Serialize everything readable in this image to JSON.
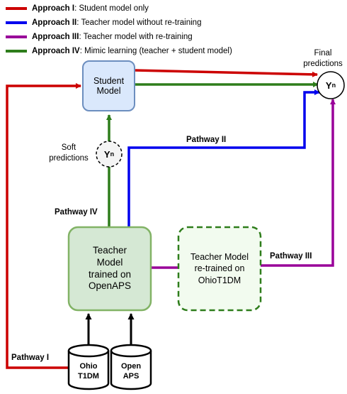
{
  "legend": [
    {
      "name": "Approach I",
      "desc": ": Student model only",
      "color": "#cc0000"
    },
    {
      "name": "Approach II",
      "desc": ": Teacher model without re-training",
      "color": "#0000ee"
    },
    {
      "name": "Approach III",
      "desc": ": Teacher model with re-training",
      "color": "#990099"
    },
    {
      "name": "Approach IV",
      "desc": ": Mimic learning (teacher + student model)",
      "color": "#2e7d1b"
    }
  ],
  "nodes": {
    "student_model": "Student\nModel",
    "teacher_model": "Teacher\nModel\ntrained on\nOpenAPS",
    "teacher_retrained": "Teacher Model\nre-trained on\nOhioT1DM",
    "db_ohio": "Ohio\nT1DM",
    "db_open": "Open\nAPS",
    "soft_node": "Y",
    "soft_node_sub": "n",
    "final_node": "Y",
    "final_node_sub": "n"
  },
  "labels": {
    "final_predictions": "Final\npredictions",
    "soft_predictions": "Soft\npredictions",
    "pathway_1": "Pathway I",
    "pathway_2": "Pathway II",
    "pathway_3": "Pathway III",
    "pathway_4": "Pathway IV"
  },
  "colors": {
    "red": "#cc0000",
    "blue": "#0000ee",
    "purple": "#990099",
    "green": "#2e7d1b",
    "student_fill": "#dae8fc",
    "student_border": "#6c8ebf",
    "teacher_fill": "#d5e8d4",
    "teacher_border": "#82b366"
  }
}
